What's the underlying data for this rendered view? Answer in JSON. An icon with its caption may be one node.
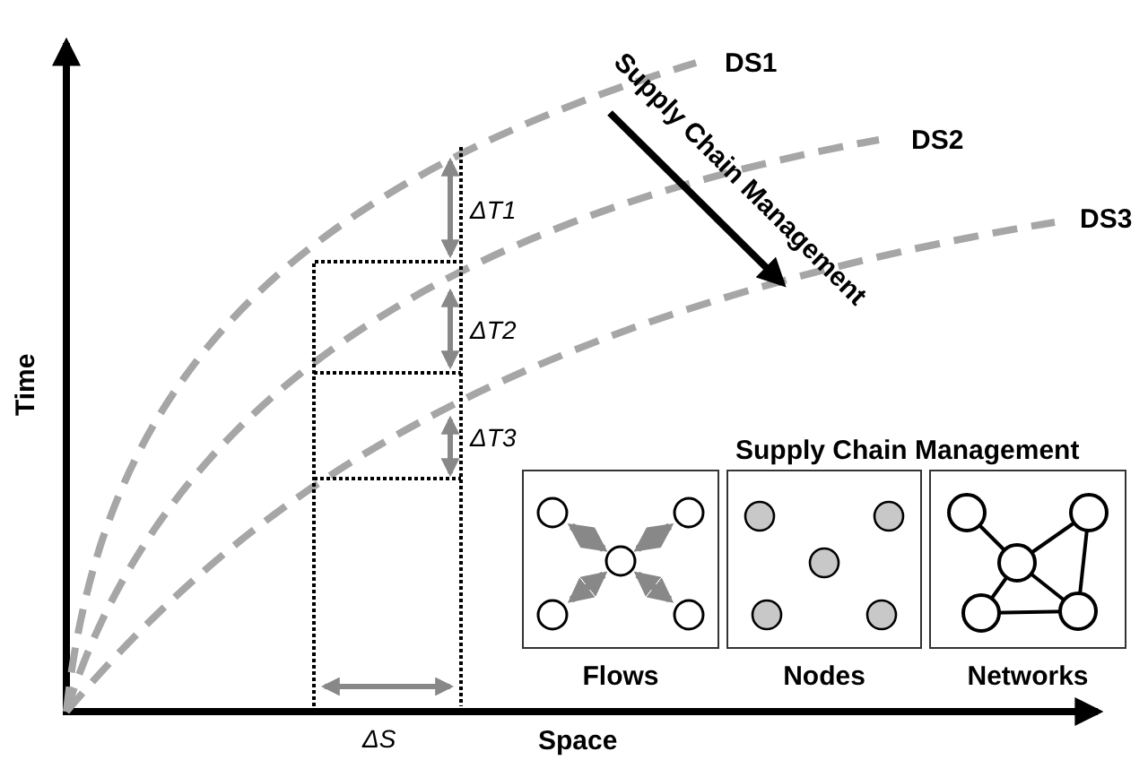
{
  "diagram": {
    "nodes": [
      {
        "text": [
          "Flows"
        ]
      },
      {
        "text": [
          "Nodes"
        ]
      },
      {
        "text": [
          "Networks"
        ]
      }
    ],
    "labels": [
      "Time",
      "Space",
      "DS1",
      "DS2",
      "DS3",
      "Supply Chain Management",
      "*ΔT1*",
      "*ΔT2*",
      "*ΔT3*",
      "*ΔS*",
      "Supply Chain Management"
    ]
  }
}
